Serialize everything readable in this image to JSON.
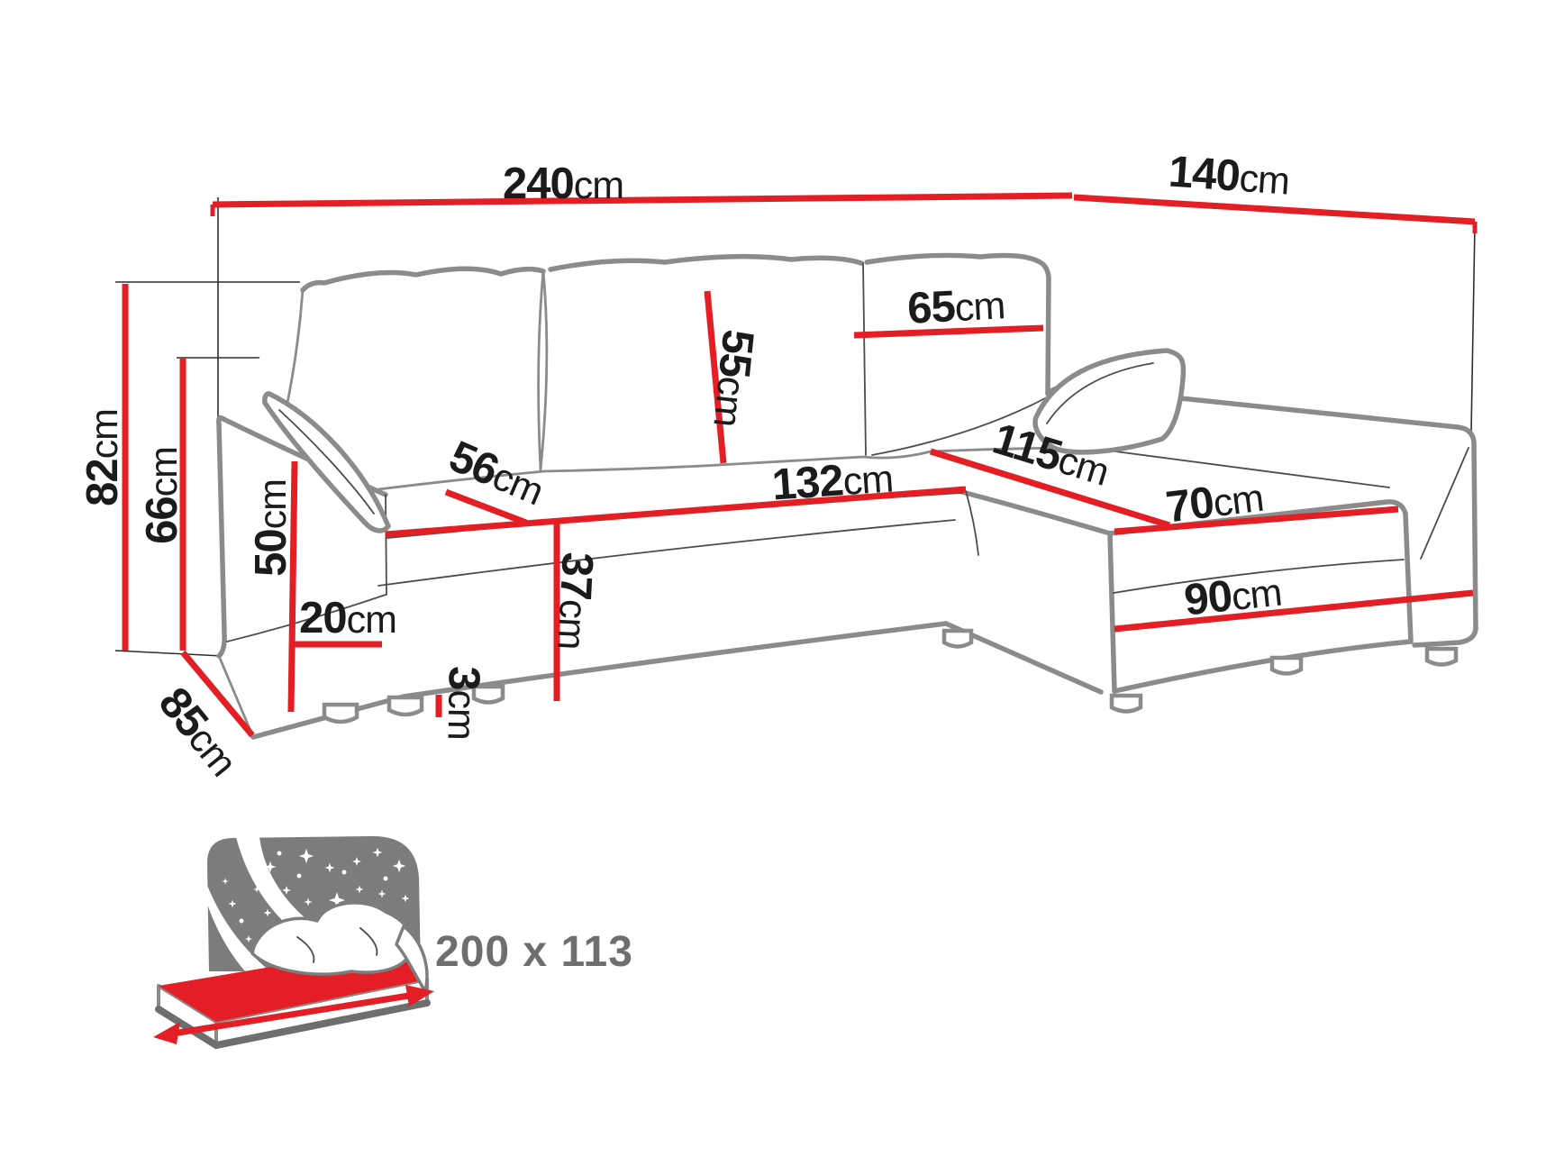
{
  "diagram": {
    "type": "corner-sofa-dimension-drawing",
    "dimensions": {
      "total_width": {
        "value": "240",
        "unit": "cm"
      },
      "total_depth": {
        "value": "140",
        "unit": "cm"
      },
      "total_height": {
        "value": "82",
        "unit": "cm"
      },
      "frame_height": {
        "value": "66",
        "unit": "cm"
      },
      "armrest_height": {
        "value": "50",
        "unit": "cm"
      },
      "armrest_width": {
        "value": "20",
        "unit": "cm"
      },
      "side_depth": {
        "value": "85",
        "unit": "cm"
      },
      "seat_depth": {
        "value": "56",
        "unit": "cm"
      },
      "seat_width": {
        "value": "132",
        "unit": "cm"
      },
      "back_cushion_height": {
        "value": "55",
        "unit": "cm"
      },
      "back_cushion_width": {
        "value": "65",
        "unit": "cm"
      },
      "corner_seat_length": {
        "value": "115",
        "unit": "cm"
      },
      "corner_seat_width": {
        "value": "70",
        "unit": "cm"
      },
      "corner_side_length": {
        "value": "90",
        "unit": "cm"
      },
      "leg_height": {
        "value": "3",
        "unit": "cm"
      }
    },
    "sleeping_function": {
      "bed_size": "200 x 113",
      "icon": "sleep-mattress-icon"
    },
    "colors": {
      "dimension_red": "#e31e24",
      "outline_gray": "#8b8b8b",
      "text_black": "#1b1b1b",
      "icon_gray": "#7c7c7c",
      "bed_text_gray": "#6e6e6e"
    }
  }
}
